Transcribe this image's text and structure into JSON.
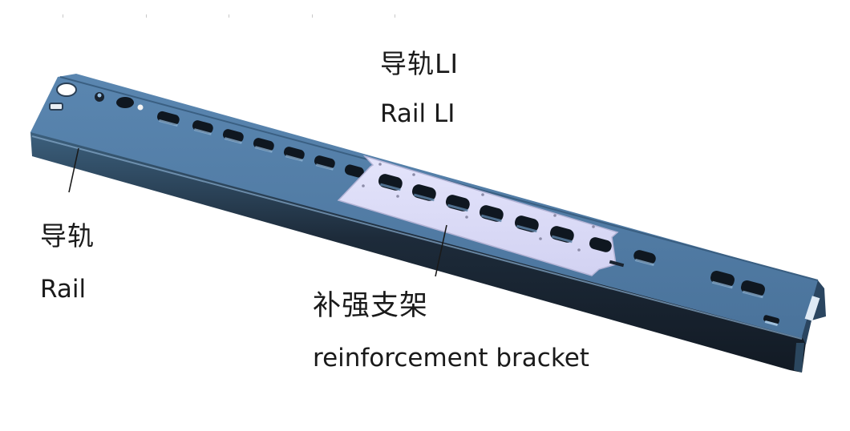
{
  "figure": {
    "background": "#ffffff",
    "rail_colors": {
      "top_face": "#4f7aa3",
      "top_face_light": "#6a93bb",
      "side_face": "#1c2a38",
      "side_face_mid": "#2c4860",
      "edge_highlight": "#8fb3d6",
      "hole": "#0f1720",
      "bracket": "#dcdcf8",
      "bracket_edge": "#b9b9dc",
      "leader_line": "#1a1a1a"
    },
    "top_ticks_x": [
      78,
      182,
      285,
      389,
      492
    ]
  },
  "labels": {
    "rail_li": {
      "zh": "导轨LI",
      "en": "Rail LI"
    },
    "rail": {
      "zh": "导轨",
      "en": "Rail"
    },
    "bracket": {
      "zh": "补强支架",
      "en": "reinforcement bracket"
    }
  }
}
